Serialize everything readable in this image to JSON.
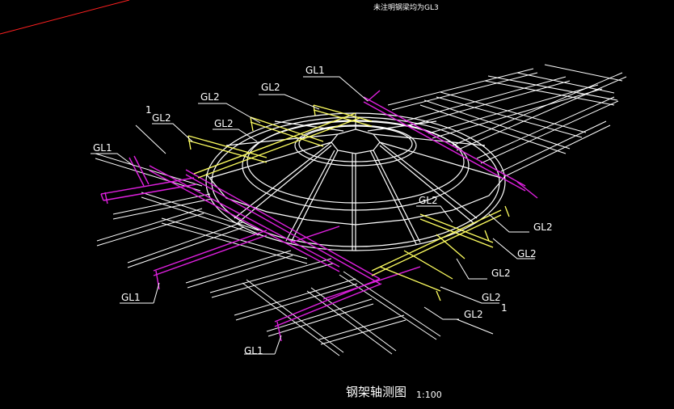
{
  "note": "未注明钢梁均为GL3",
  "title": "钢架轴测图",
  "scale": "1:100",
  "section_mark": "1",
  "beam_labels": {
    "gl1": "GL1",
    "gl2": "GL2"
  },
  "colors": {
    "background": "#000000",
    "frame": "#ffffff",
    "gl1": "#e020e0",
    "gl2": "#ffff60",
    "accent": "#ff2020"
  }
}
